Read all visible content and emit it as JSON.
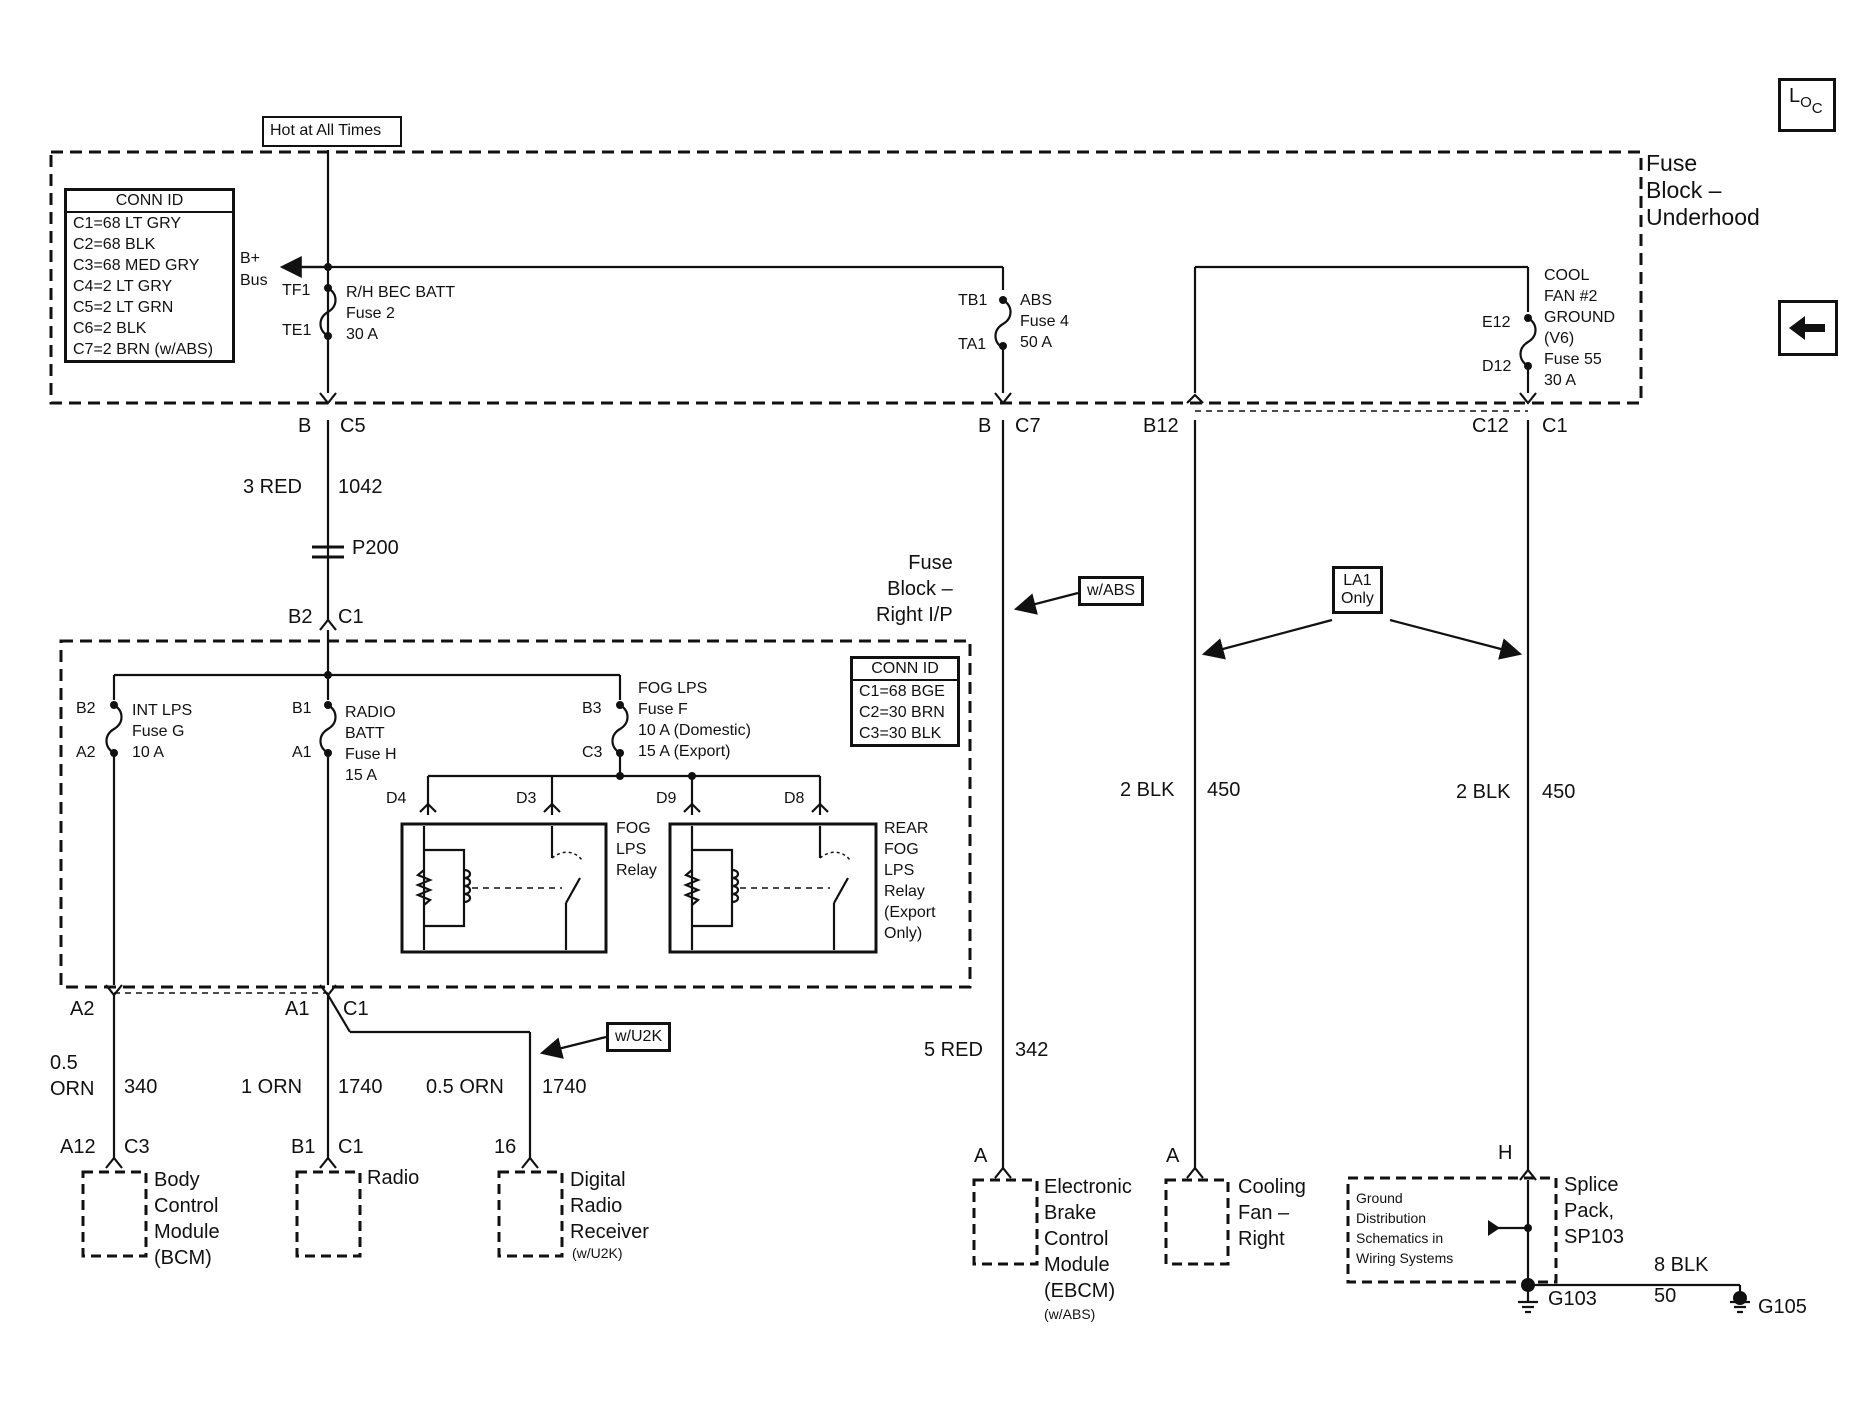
{
  "title_box": "Hot at All Times",
  "loc_icon": "location-icon",
  "back_icon": "left-arrow-icon",
  "underhood": {
    "label": "Fuse\nBlock –\nUnderhood",
    "conn_id": {
      "header": "CONN ID",
      "rows": [
        "C1=68 LT GRY",
        "C2=68 BLK",
        "C3=68 MED GRY",
        "C4=2 LT GRY",
        "C5=2 LT GRN",
        "C6=2 BLK",
        "C7=2 BRN (w/ABS)"
      ]
    },
    "bplus": "B+\nBus",
    "fuse2": {
      "top_pin": "TF1",
      "bottom_pin": "TE1",
      "label": "R/H BEC BATT\nFuse 2\n30 A"
    },
    "fuse4": {
      "top_pin": "TB1",
      "bottom_pin": "TA1",
      "label": "ABS\nFuse 4\n50 A"
    },
    "fuse55": {
      "top_pin": "E12",
      "bottom_pin": "D12",
      "label": "COOL\nFAN #2\nGROUND\n(V6)\nFuse 55\n30 A"
    }
  },
  "connectors": {
    "b_c5_left": "B",
    "b_c5_right": "C5",
    "b_c7_left": "B",
    "b_c7_right": "C7",
    "b12": "B12",
    "c12_left": "C12",
    "c12_right": "C1",
    "b2_left": "B2",
    "b2_right": "C1",
    "a2": "A2",
    "a1_left": "A1",
    "a1_right": "C1"
  },
  "wires": {
    "red_3": {
      "color": "3 RED",
      "circuit": "1042"
    },
    "red_5": {
      "color": "5 RED",
      "circuit": "342"
    },
    "blk_left": {
      "color": "2 BLK",
      "circuit": "450"
    },
    "blk_right": {
      "color": "2 BLK",
      "circuit": "450"
    },
    "orn_340": {
      "color": "0.5\nORN",
      "circuit": "340"
    },
    "orn_1740a": {
      "color": "1 ORN",
      "circuit": "1740"
    },
    "orn_1740b": {
      "color": "0.5 ORN",
      "circuit": "1740"
    },
    "blk_8": {
      "color": "8 BLK",
      "circuit": "50"
    }
  },
  "p200": "P200",
  "callouts": {
    "abs": "w/ABS",
    "u2k": "w/U2K",
    "la1": "LA1\nOnly"
  },
  "ip_block": {
    "label": "Fuse\nBlock –\nRight I/P",
    "conn_id": {
      "header": "CONN ID",
      "rows": [
        "C1=68 BGE",
        "C2=30 BRN",
        "C3=30 BLK"
      ]
    },
    "fuse_g": {
      "top_pin": "B2",
      "bottom_pin": "A2",
      "label": "INT LPS\nFuse G\n10 A"
    },
    "fuse_h": {
      "top_pin": "B1",
      "bottom_pin": "A1",
      "label": "RADIO\nBATT\nFuse H\n15 A"
    },
    "fuse_f": {
      "top_pin": "B3",
      "bottom_pin": "C3",
      "label": "FOG LPS\nFuse F\n10 A (Domestic)\n15 A (Export)"
    },
    "relay1": {
      "pin_a": "D4",
      "pin_b": "D3",
      "label": "FOG\nLPS\nRelay"
    },
    "relay2": {
      "pin_a": "D9",
      "pin_b": "D8",
      "label": "REAR\nFOG\nLPS\nRelay\n(Export\nOnly)"
    }
  },
  "components": {
    "bcm": {
      "pin_left": "A12",
      "pin_right": "C3",
      "name": "Body\nControl\nModule\n(BCM)"
    },
    "radio": {
      "pin_left": "B1",
      "pin_right": "C1",
      "name": "Radio"
    },
    "drr": {
      "pin": "16",
      "name": "Digital\nRadio\nReceiver",
      "note": "(w/U2K)"
    },
    "ebcm": {
      "pin": "A",
      "name": "Electronic\nBrake\nControl\nModule\n(EBCM)",
      "note": "(w/ABS)"
    },
    "fan": {
      "pin": "A",
      "name": "Cooling\nFan –\nRight"
    },
    "splice": {
      "pin": "H",
      "name": "Splice\nPack,\nSP103",
      "note": "Ground\nDistribution\nSchematics in\nWiring Systems"
    }
  },
  "grounds": {
    "g103": "G103",
    "g105": "G105"
  }
}
